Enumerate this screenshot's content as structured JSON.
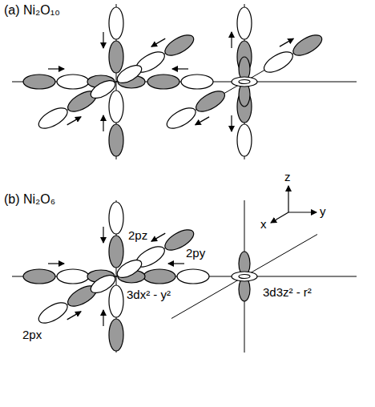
{
  "diagram": {
    "labels": [
      "(a) Ni₂O₁₀",
      "(b) Ni₂O₆",
      "z",
      "y",
      "x",
      "2pz",
      "2py",
      "3dx² - y²",
      "2px",
      "3d3z² - r²"
    ]
  }
}
